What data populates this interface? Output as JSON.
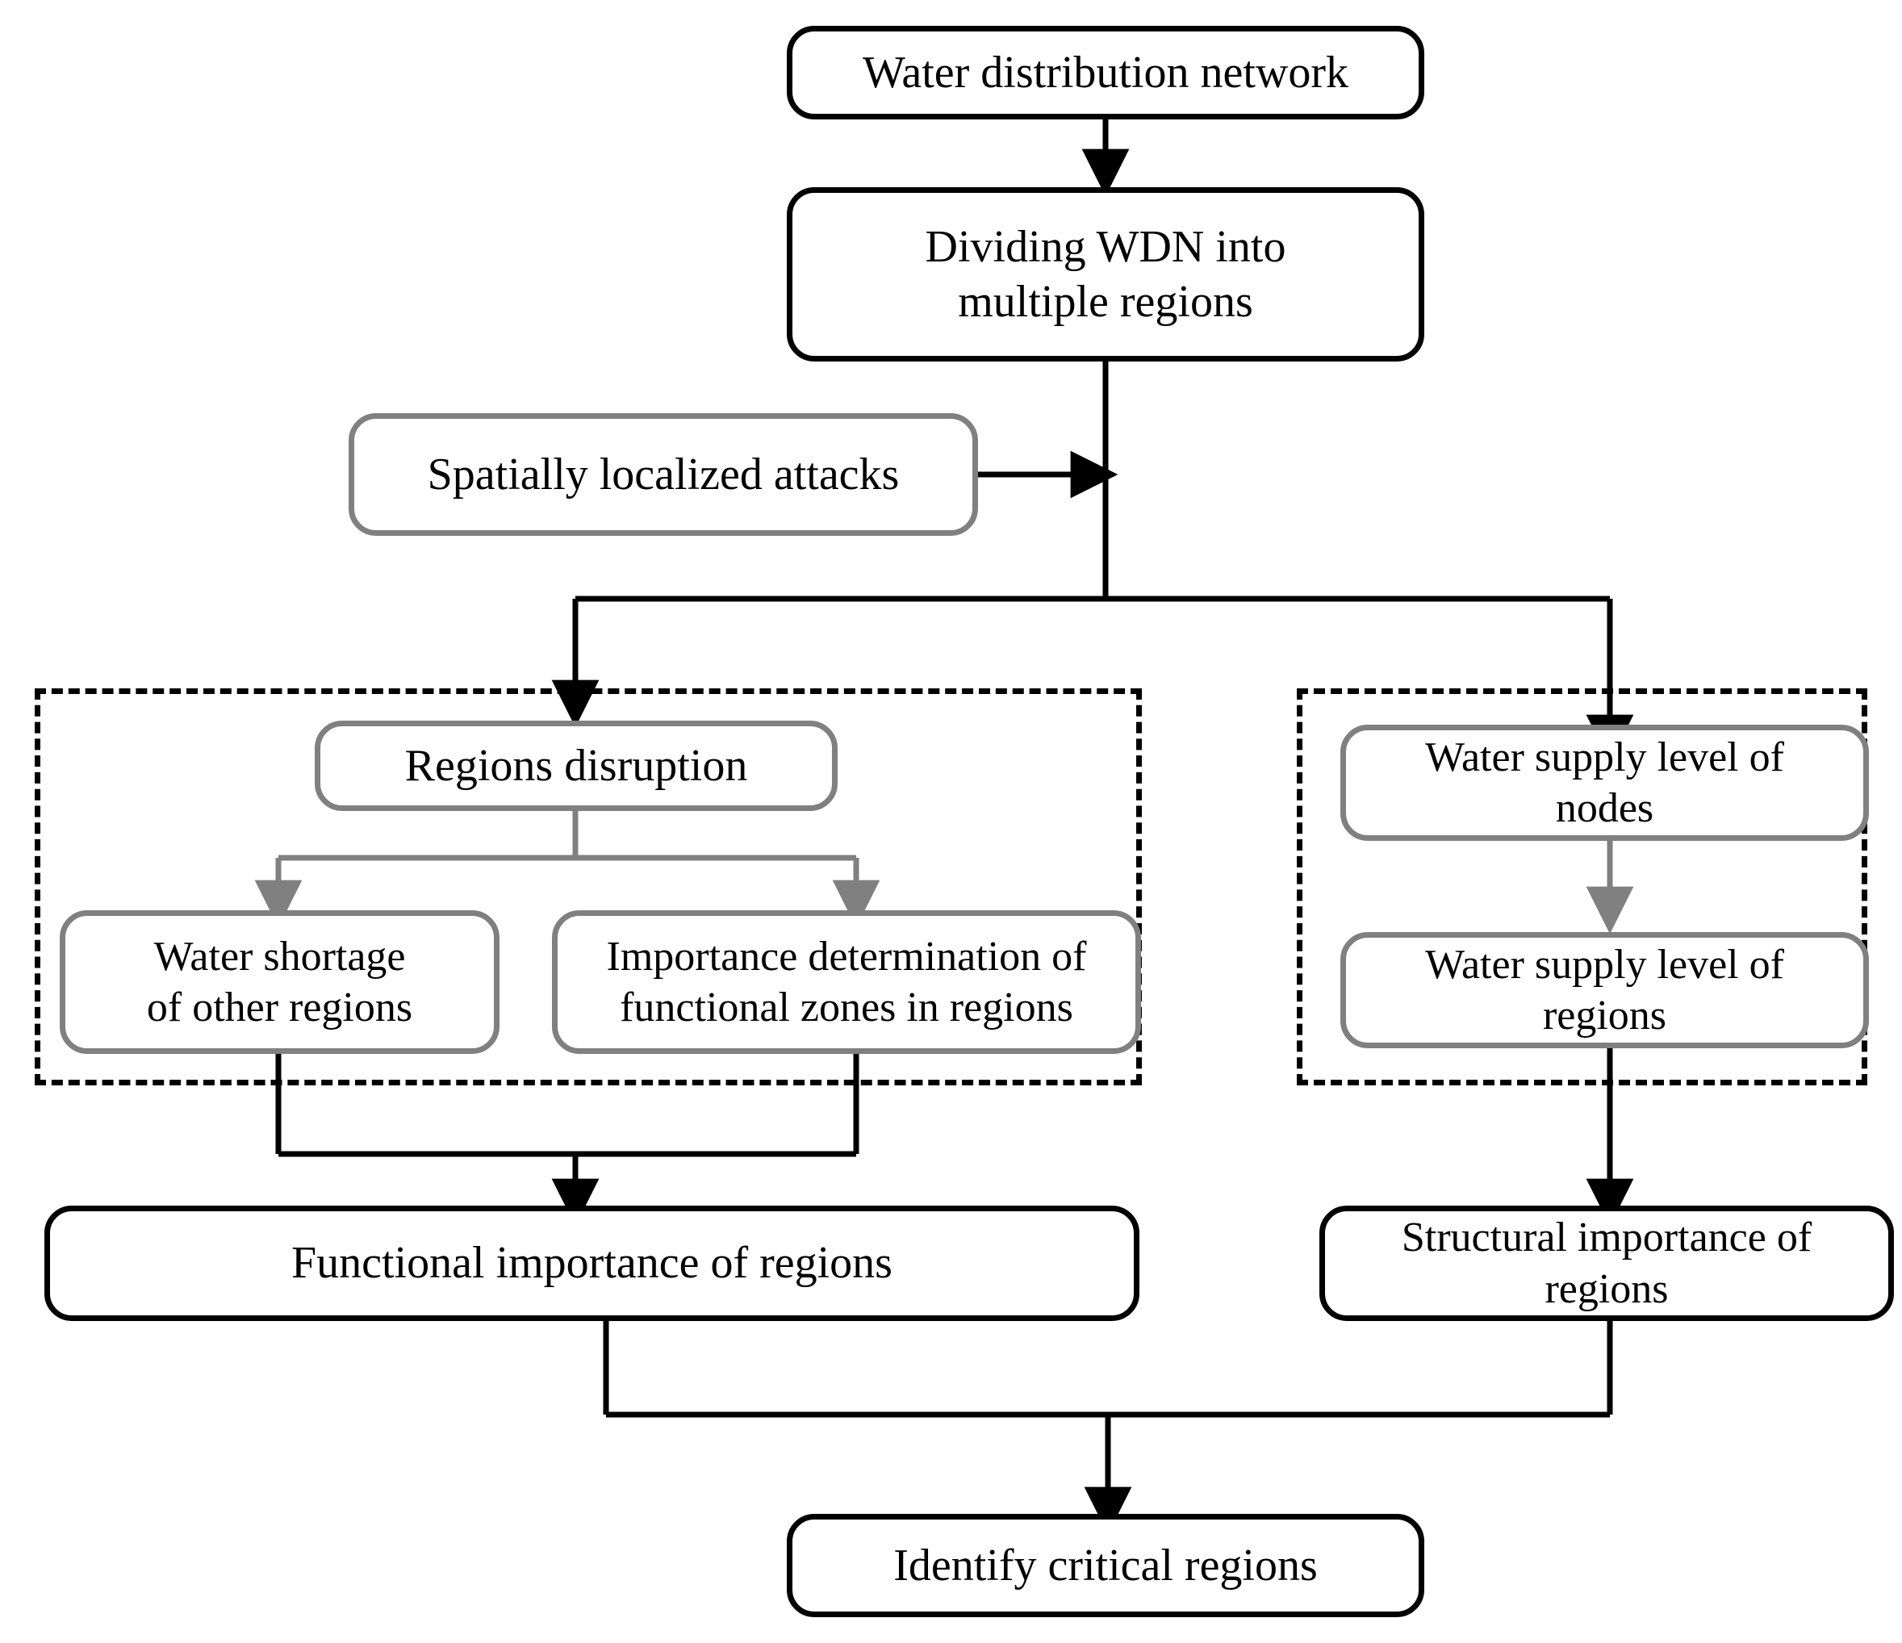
{
  "diagram": {
    "title": "Critical region identification framework for water distribution networks",
    "type": "flowchart",
    "colors": {
      "primary_stroke": "#000000",
      "secondary_stroke": "#808080",
      "background": "#ffffff",
      "text": "#000000"
    },
    "nodes": {
      "water_distribution_network": "Water distribution network",
      "dividing_wdn": "Dividing WDN into\nmultiple regions",
      "spatially_localized_attacks": "Spatially localized attacks",
      "regions_disruption": "Regions disruption",
      "water_shortage": "Water shortage\nof other regions",
      "importance_determination": "Importance determination of\nfunctional zones in regions",
      "water_supply_nodes": "Water supply level of\nnodes",
      "water_supply_regions": "Water supply level of\nregions",
      "functional_importance": "Functional importance of regions",
      "structural_importance": "Structural importance of\nregions",
      "identify_critical_regions": "Identify critical regions"
    },
    "groups": {
      "functional_group": "",
      "structural_group": ""
    },
    "edges": [
      {
        "from": "water_distribution_network",
        "to": "dividing_wdn",
        "style": "solid-black-arrow"
      },
      {
        "from": "spatially_localized_attacks",
        "to": "dividing_wdn_trunk",
        "style": "solid-black-arrow"
      },
      {
        "from": "dividing_wdn",
        "to": "regions_disruption",
        "style": "solid-black-arrow"
      },
      {
        "from": "dividing_wdn",
        "to": "water_supply_nodes",
        "style": "solid-black-arrow"
      },
      {
        "from": "regions_disruption",
        "to": "water_shortage",
        "style": "solid-gray-arrow"
      },
      {
        "from": "regions_disruption",
        "to": "importance_determination",
        "style": "solid-gray-arrow"
      },
      {
        "from": "water_shortage",
        "to": "functional_importance",
        "style": "solid-black-arrow"
      },
      {
        "from": "importance_determination",
        "to": "functional_importance",
        "style": "solid-black-arrow"
      },
      {
        "from": "water_supply_nodes",
        "to": "water_supply_regions",
        "style": "solid-gray-arrow"
      },
      {
        "from": "water_supply_regions",
        "to": "structural_importance",
        "style": "solid-black-arrow"
      },
      {
        "from": "functional_importance",
        "to": "identify_critical_regions",
        "style": "solid-black-arrow"
      },
      {
        "from": "structural_importance",
        "to": "identify_critical_regions",
        "style": "solid-black-arrow"
      }
    ]
  }
}
